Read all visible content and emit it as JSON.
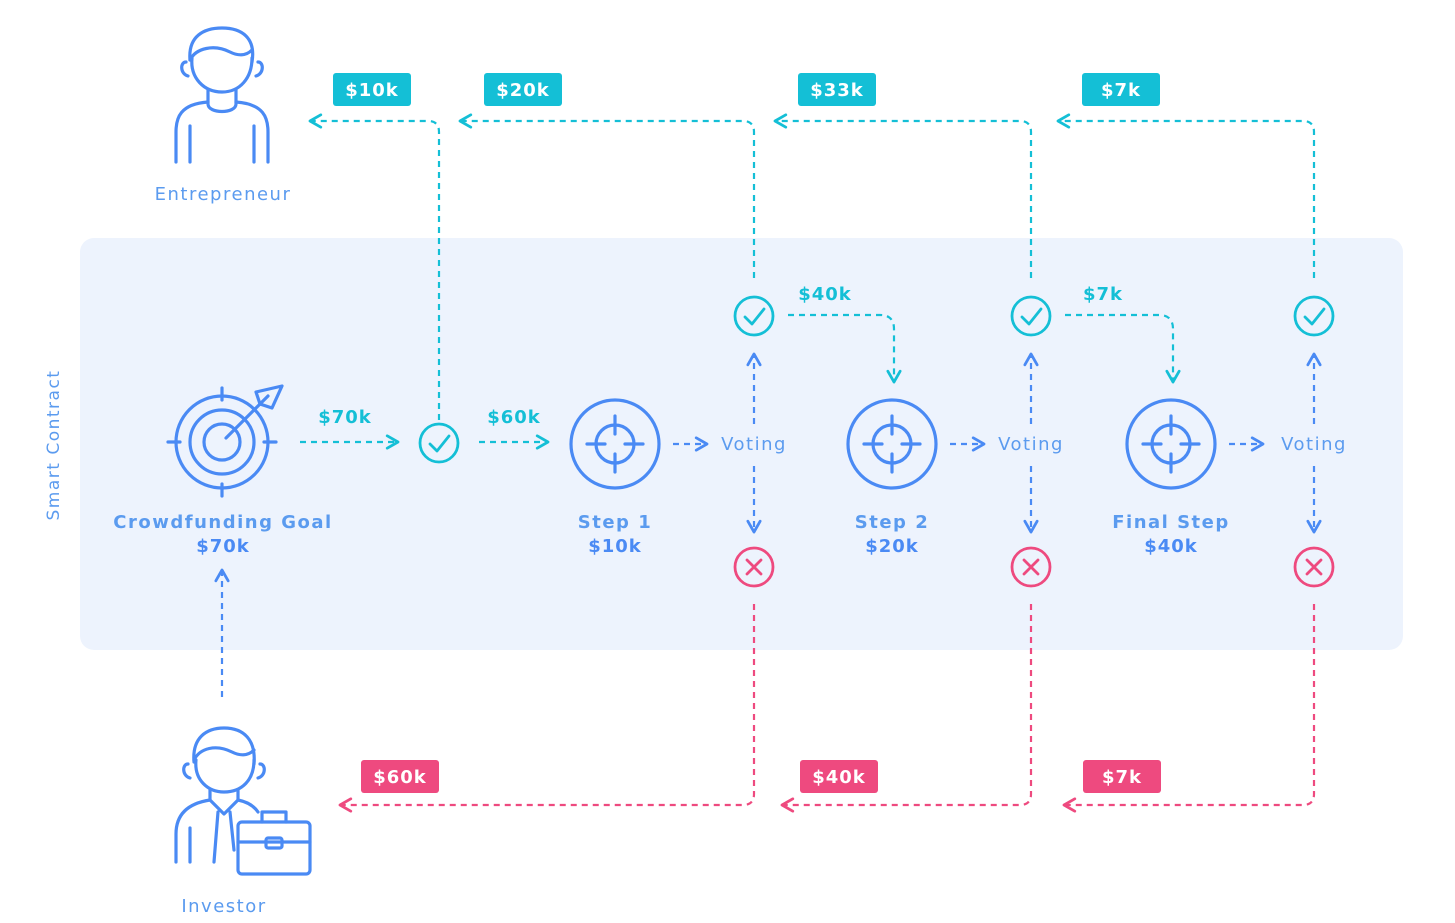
{
  "actors": {
    "entrepreneur": "Entrepreneur",
    "investor": "Investor"
  },
  "container_label": "Smart Contract",
  "goal": {
    "label": "Crowdfunding Goal",
    "amount": "$70k"
  },
  "flow_labels": {
    "goal_to_check": "$70k",
    "check_to_step1": "$60k"
  },
  "steps": [
    {
      "label": "Step 1",
      "amount": "$10k",
      "voting": "Voting",
      "next_amount": "$40k"
    },
    {
      "label": "Step 2",
      "amount": "$20k",
      "voting": "Voting",
      "next_amount": "$7k"
    },
    {
      "label": "Final Step",
      "amount": "$40k",
      "voting": "Voting",
      "next_amount": ""
    }
  ],
  "payouts": [
    "$10k",
    "$20k",
    "$33k",
    "$7k"
  ],
  "refunds": [
    "$60k",
    "$40k",
    "$7k"
  ],
  "colors": {
    "blue": "#4a8af4",
    "teal": "#14bfd6",
    "pink": "#ee4a7f",
    "panel": "#edf3fd",
    "label": "#5b9bef"
  }
}
